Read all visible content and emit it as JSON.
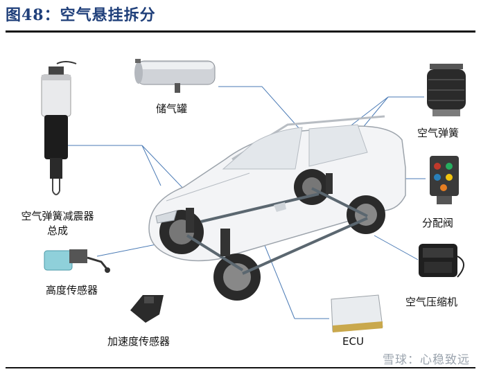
{
  "title": "图48：空气悬挂拆分",
  "labels": {
    "air_tank": "储气罐",
    "air_spring_strut": "空气弹簧减震器总成",
    "air_spring": "空气弹簧",
    "distribution_valve": "分配阀",
    "height_sensor": "高度传感器",
    "air_compressor": "空气压缩机",
    "acceleration_sensor": "加速度传感器",
    "ecu": "ECU"
  },
  "watermark": "雪球：心稳致远"
}
